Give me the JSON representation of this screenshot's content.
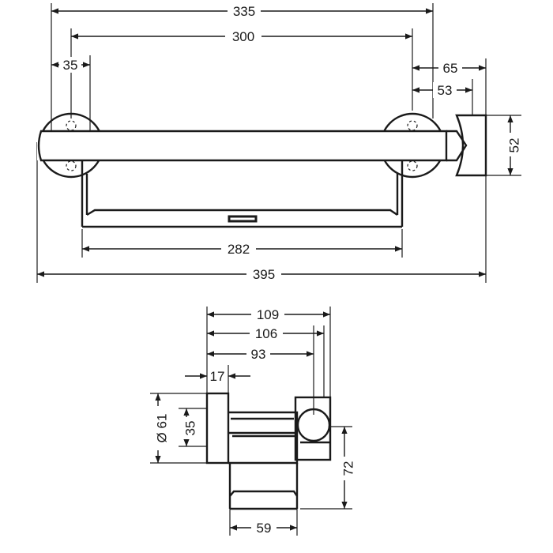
{
  "top_view": {
    "dim_overall_top": "335",
    "dim_hole_spacing": "300",
    "dim_rosette_holes": "35",
    "dim_offset_65": "65",
    "dim_offset_53": "53",
    "dim_height_52": "52",
    "dim_inner_282": "282",
    "dim_overall_395": "395"
  },
  "side_view": {
    "dim_depth_109": "109",
    "dim_depth_106": "106",
    "dim_depth_93": "93",
    "dim_rosette_17": "17",
    "dim_diameter_61": "Ø 61",
    "dim_hole_35": "35",
    "dim_height_72": "72",
    "dim_width_59": "59"
  }
}
